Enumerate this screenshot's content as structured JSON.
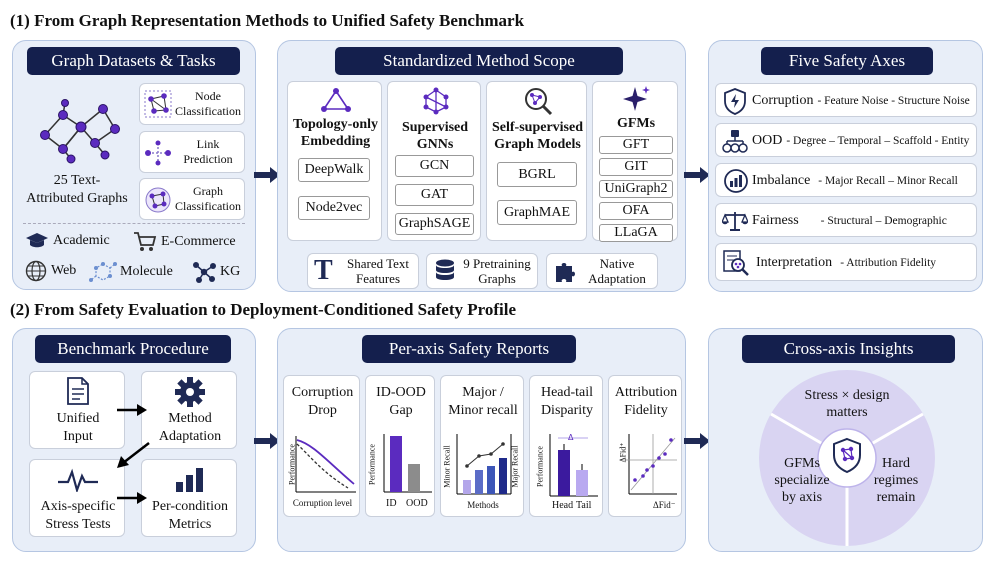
{
  "section1": {
    "title": "(1)  From Graph Representation Methods to Unified Safety Benchmark"
  },
  "section2": {
    "title": "(2)  From Safety Evaluation to Deployment-Conditioned Safety Profile"
  },
  "datasets": {
    "title": "Graph Datasets & Tasks",
    "graph_caption_1": "25 Text-",
    "graph_caption_2": "Attributed Graphs",
    "tasks": [
      {
        "l1": "Node",
        "l2": "Classification"
      },
      {
        "l1": "Link",
        "l2": "Prediction"
      },
      {
        "l1": "Graph",
        "l2": "Classification"
      }
    ],
    "domains": [
      "Academic",
      "E-Commerce",
      "Web",
      "Molecule",
      "KG"
    ]
  },
  "methods": {
    "title": "Standardized Method Scope",
    "groups": [
      {
        "h1": "Topology-only",
        "h2": "Embedding",
        "items": [
          "DeepWalk",
          "Node2vec"
        ]
      },
      {
        "h1": "Supervised",
        "h2": "GNNs",
        "items": [
          "GCN",
          "GAT",
          "GraphSAGE"
        ]
      },
      {
        "h1": "Self-supervised",
        "h2": "Graph Models",
        "items": [
          "BGRL",
          "GraphMAE"
        ]
      },
      {
        "h1": "GFMs",
        "h2": "",
        "items": [
          "GFT",
          "GIT",
          "UniGraph2",
          "OFA",
          "LLaGA"
        ]
      }
    ],
    "features": [
      {
        "l1": "Shared Text",
        "l2": "Features"
      },
      {
        "l1": "9 Pretraining",
        "l2": "Graphs"
      },
      {
        "l1": "Native",
        "l2": "Adaptation"
      }
    ]
  },
  "axes": {
    "title": "Five Safety Axes",
    "items": [
      {
        "name": "Corruption",
        "desc": "- Feature Noise - Structure Noise"
      },
      {
        "name": "OOD",
        "desc": "- Degree – Temporal – Scaffold - Entity"
      },
      {
        "name": "Imbalance",
        "desc": "- Major Recall – Minor Recall"
      },
      {
        "name": "Fairness",
        "desc": "- Structural – Demographic"
      },
      {
        "name": "Interpretation",
        "desc": "- Attribution Fidelity"
      }
    ]
  },
  "procedure": {
    "title": "Benchmark Procedure",
    "steps": [
      {
        "l1": "Unified",
        "l2": "Input"
      },
      {
        "l1": "Method",
        "l2": "Adaptation"
      },
      {
        "l1": "Axis-specific",
        "l2": "Stress Tests"
      },
      {
        "l1": "Per-condition",
        "l2": "Metrics"
      }
    ]
  },
  "reports": {
    "title": "Per-axis Safety Reports",
    "cards": [
      {
        "h1": "Corruption",
        "h2": "Drop",
        "ylabel": "Performance",
        "xlabel": "Corruption level"
      },
      {
        "h1": "ID-OOD",
        "h2": "Gap",
        "ylabel": "Performance",
        "x1": "ID",
        "x2": "OOD"
      },
      {
        "h1": "Major /",
        "h2": "Minor recall",
        "ylabel": "Minor Recall",
        "ylabel2": "Major Recall",
        "xlabel": "Methods"
      },
      {
        "h1": "Head-tail",
        "h2": "Disparity",
        "ylabel": "Performance",
        "x1": "Head",
        "x2": "Tail"
      },
      {
        "h1": "Attribution",
        "h2": "Fidelity",
        "ylabel": "ΔFid⁺",
        "xlabel": "ΔFid⁻"
      }
    ]
  },
  "insights": {
    "title": "Cross-axis Insights",
    "top_1": "Stress × design",
    "top_2": "matters",
    "left_1": "GFMs",
    "left_2": "specialize",
    "left_3": "by axis",
    "right_1": "Hard",
    "right_2": "regimes",
    "right_3": "remain"
  },
  "colors": {
    "navy": "#141f4d",
    "purple": "#5b2bbf",
    "panel": "#e8eef8",
    "lavender": "#d9d4f2"
  }
}
